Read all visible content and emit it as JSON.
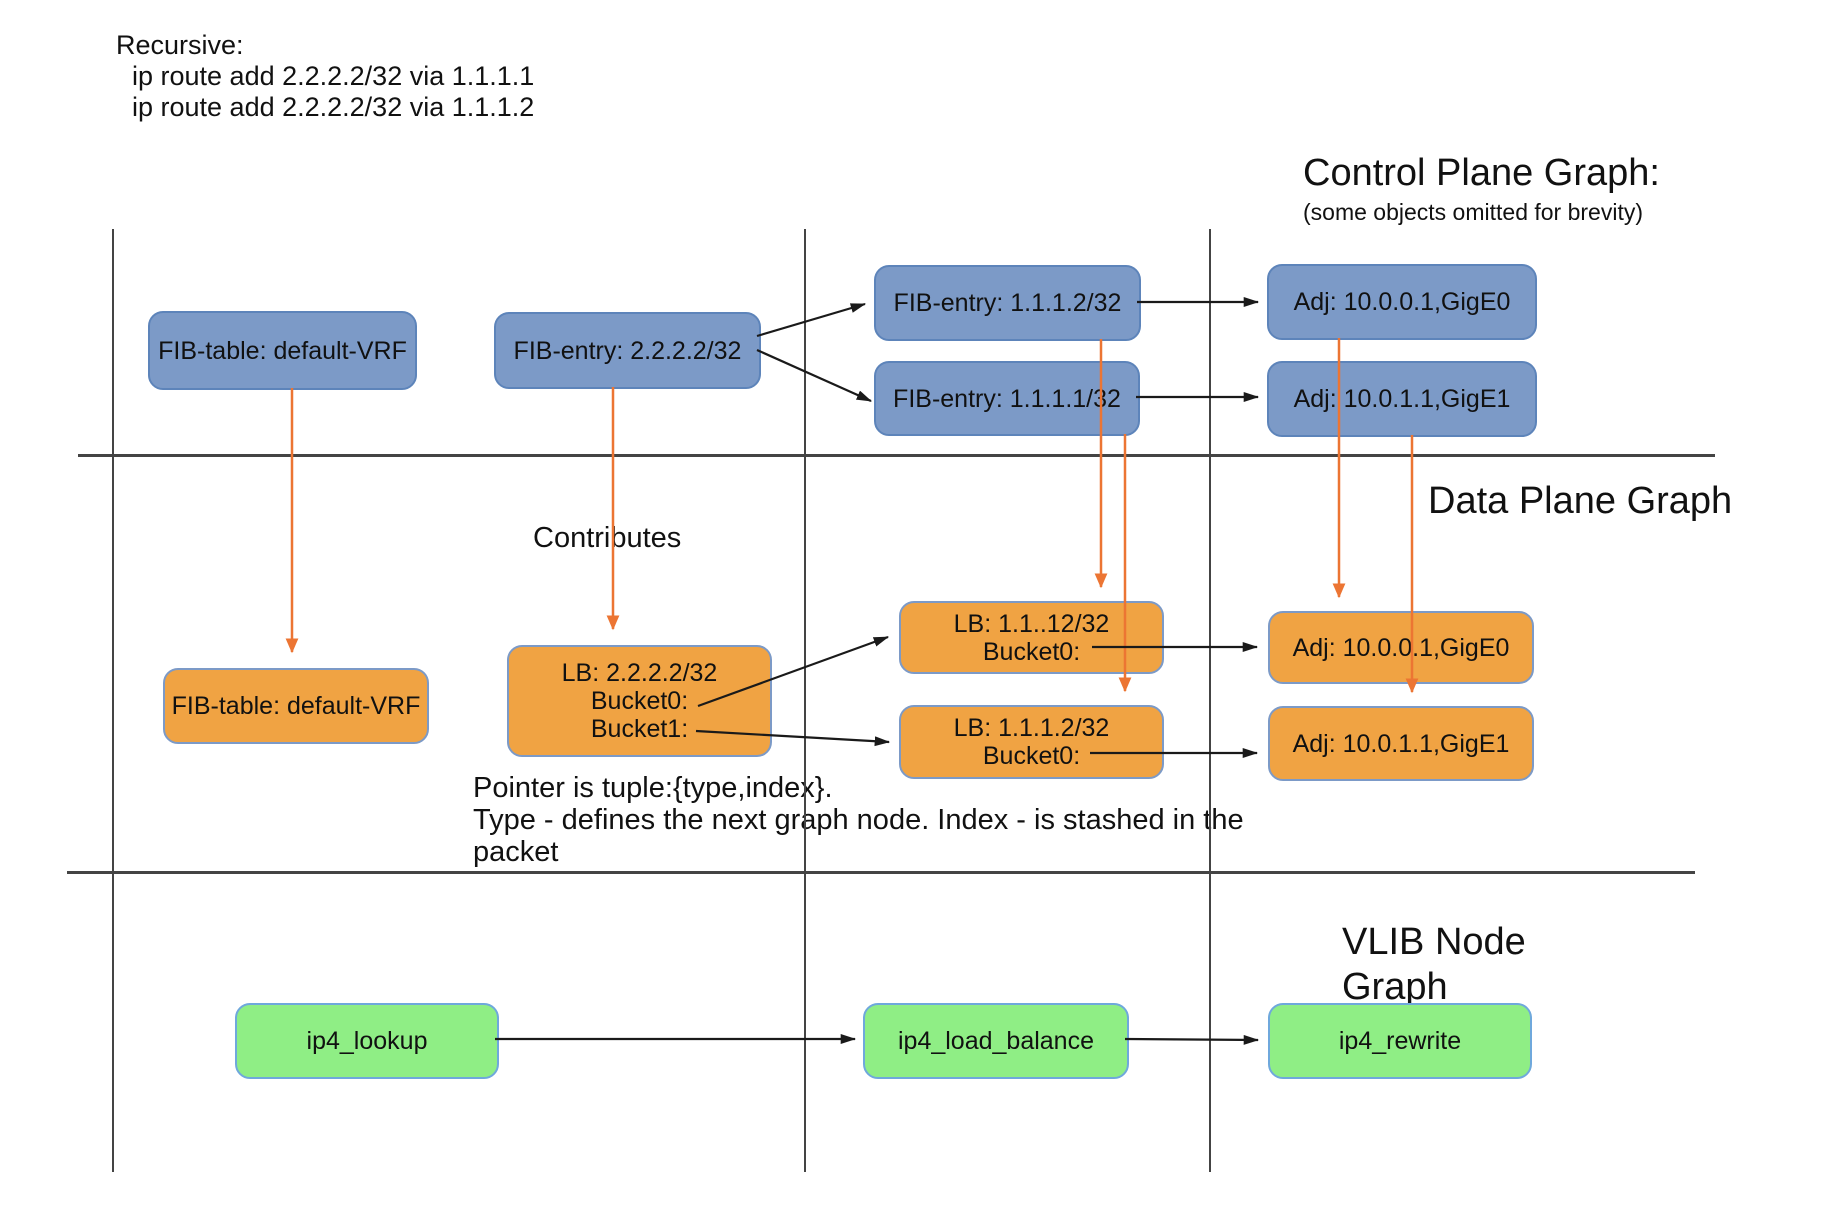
{
  "notes": {
    "recursive_title": "Recursive:",
    "recursive_line1": "ip route add 2.2.2.2/32 via 1.1.1.1",
    "recursive_line2": "ip route add 2.2.2.2/32 via 1.1.1.2",
    "contributes": "Contributes",
    "pointer_line1": "Pointer is tuple:{type,index}.",
    "pointer_line2": "Type - defines the next graph node. Index - is stashed in the",
    "pointer_line3": "packet"
  },
  "sections": {
    "control_plane": {
      "title": "Control Plane Graph:",
      "subtitle": "(some objects omitted for brevity)"
    },
    "data_plane": {
      "title": "Data Plane Graph"
    },
    "vlib": {
      "title_line1": "VLIB Node",
      "title_line2": "Graph"
    }
  },
  "nodes": {
    "cp_fib_table": {
      "label": "FIB-table: default-VRF"
    },
    "cp_fib_entry_2222": {
      "label": "FIB-entry: 2.2.2.2/32"
    },
    "cp_fib_entry_1112": {
      "label": "FIB-entry: 1.1.1.2/32"
    },
    "cp_fib_entry_1111": {
      "label": "FIB-entry: 1.1.1.1/32"
    },
    "cp_adj_gige0": {
      "label": "Adj: 10.0.0.1,GigE0"
    },
    "cp_adj_gige1": {
      "label": "Adj: 10.0.1.1,GigE1"
    },
    "dp_fib_table": {
      "label": "FIB-table: default-VRF"
    },
    "dp_lb_2222": {
      "line1": "LB: 2.2.2.2/32",
      "line2": "Bucket0:",
      "line3": "Bucket1:"
    },
    "dp_lb_1112a": {
      "line1": "LB: 1.1..12/32",
      "line2": "Bucket0:"
    },
    "dp_lb_1112b": {
      "line1": "LB: 1.1.1.2/32",
      "line2": "Bucket0:"
    },
    "dp_adj_gige0": {
      "label": "Adj: 10.0.0.1,GigE0"
    },
    "dp_adj_gige1": {
      "label": "Adj: 10.0.1.1,GigE1"
    },
    "vlib_ip4_lookup": {
      "label": "ip4_lookup"
    },
    "vlib_ip4_load_balance": {
      "label": "ip4_load_balance"
    },
    "vlib_ip4_rewrite": {
      "label": "ip4_rewrite"
    }
  },
  "colors": {
    "blue_fill": "#7c9ac7",
    "blue_border": "#5d84ba",
    "orange_fill": "#f0a343",
    "orange_border": "#7c9ac7",
    "green_fill": "#8fee85",
    "green_border": "#6fa8dc",
    "arrow_orange": "#ec7533",
    "line_dark": "#444444",
    "ink": "#1a1a1a"
  }
}
